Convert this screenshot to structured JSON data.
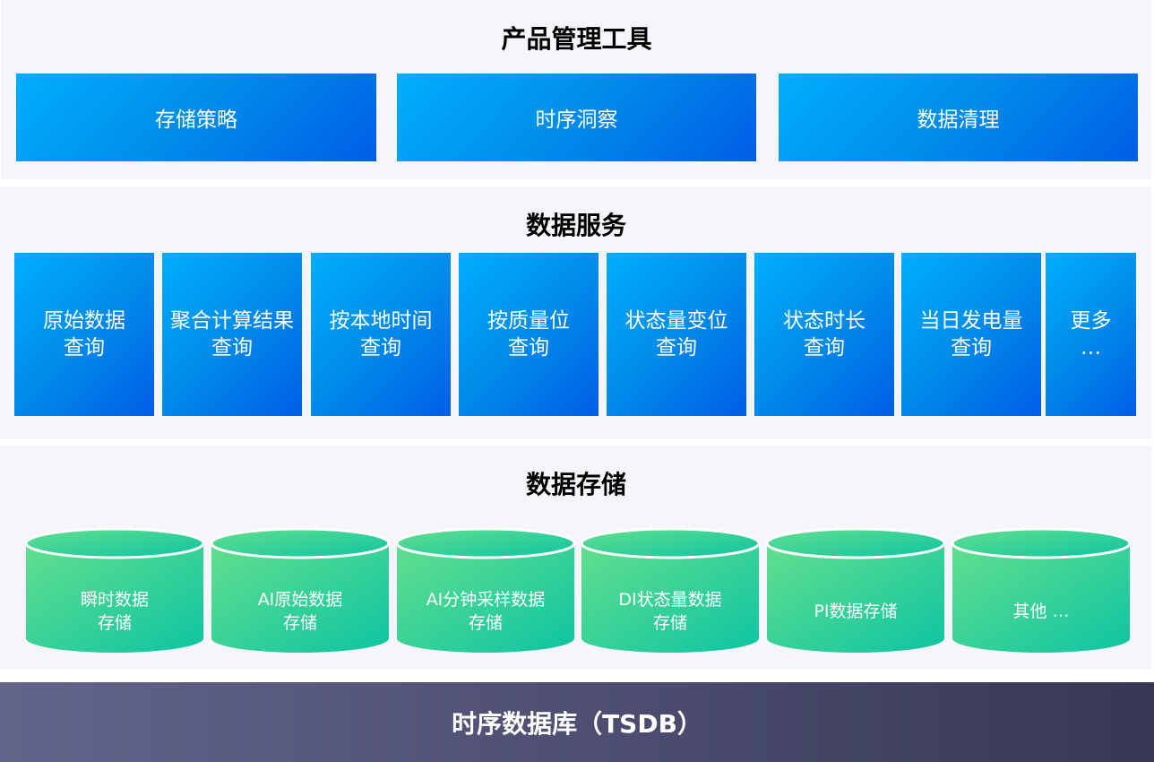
{
  "product_tools": {
    "title": "产品管理工具",
    "items": [
      "存储策略",
      "时序洞察",
      "数据清理"
    ]
  },
  "data_services": {
    "title": "数据服务",
    "items": [
      "原始数据\n查询",
      "聚合计算结果\n查询",
      "按本地时间\n查询",
      "按质量位\n查询",
      "状态量变位\n查询",
      "状态时长\n查询",
      "当日发电量\n查询",
      "更多\n…"
    ]
  },
  "data_storage": {
    "title": "数据存储",
    "items": [
      "瞬时数据\n存储",
      "AI原始数据\n存储",
      "AI分钟采样数据\n存储",
      "DI状态量数据\n存储",
      "PI数据存储",
      "其他 …"
    ]
  },
  "footer": {
    "title": "时序数据库（TSDB）"
  },
  "colors": {
    "blue_start": "#00aefc",
    "blue_end": "#005ee6",
    "green_start": "#62df8e",
    "green_end": "#0ec4a2",
    "footer": "#4e4f73"
  }
}
